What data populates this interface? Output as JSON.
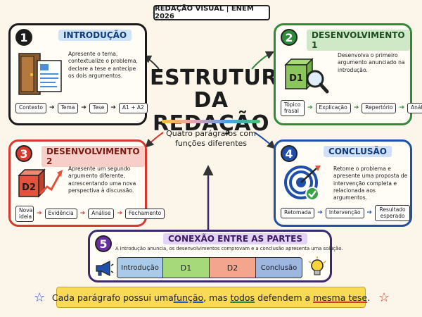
{
  "header": {
    "title": "REDAÇÃO VISUAL | ENEM 2026"
  },
  "center": {
    "title_line1": "ESTRUTURA",
    "title_line2": "DA REDAÇÃO",
    "subtitle_line1": "Quatro parágrafos com",
    "subtitle_line2": "funções diferentes"
  },
  "cards": {
    "intro": {
      "number": "1",
      "title": "INTRODUÇÃO",
      "description": "Apresente o tema, contextualize o problema, declare a tese e antecipe os dois argumentos.",
      "flow": [
        "Contexto",
        "Tema",
        "Tese",
        "A1 + A2"
      ],
      "color": "#1f5fbf"
    },
    "dev1": {
      "number": "2",
      "title": "DESENVOLVIMENTO 1",
      "description": "Desenvolva o primeiro argumento anunciado na introdução.",
      "badge": "D1",
      "flow": [
        "Tópico frasal",
        "Explicação",
        "Repertório",
        "Análise"
      ],
      "color": "#2e8b3a"
    },
    "dev2": {
      "number": "3",
      "title": "DESENVOLVIMENTO 2",
      "description": "Apresente um segundo argumento diferente, acrescentando uma nova perspectiva à discussão.",
      "badge": "D2",
      "flow": [
        "Nova ideia",
        "Evidência",
        "Análise",
        "Fechamento"
      ],
      "color": "#d63a2f"
    },
    "conclusion": {
      "number": "4",
      "title": "CONCLUSÃO",
      "description": "Retome o problema e apresente uma proposta de intervenção completa e relacionada aos argumentos.",
      "flow": [
        "Retomada",
        "Intervenção",
        "Resultado esperado"
      ],
      "color": "#1f4fa8"
    }
  },
  "connection": {
    "number": "5",
    "title": "CONEXÃO ENTRE AS PARTES",
    "description": "A introdução anuncia, os desenvolvimentos comprovam e a conclusão apresenta uma solução.",
    "pieces": [
      "Introdução",
      "D1",
      "D2",
      "Conclusão"
    ],
    "color": "#6a2fa0"
  },
  "footer": {
    "part1": "Cada parágrafo possui uma ",
    "kw1": "função",
    "part2": ", mas ",
    "kw2": "todos",
    "part3": " defendem a ",
    "kw3": "mesma tese",
    "part4": "."
  }
}
